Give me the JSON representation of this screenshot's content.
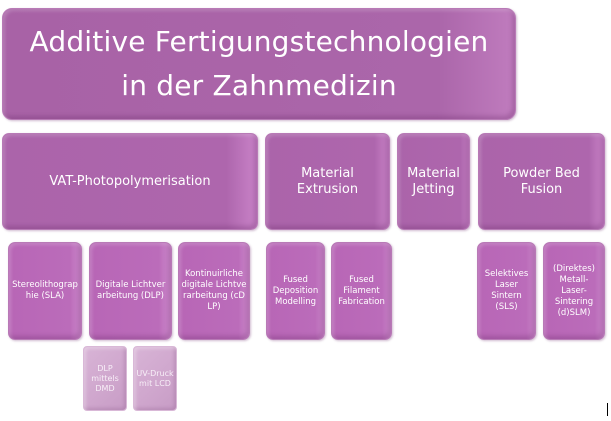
{
  "diagram": {
    "title": {
      "line1": "Additive Fertigungstechnologien",
      "line2": "in der Zahnmedizin"
    },
    "categories": [
      {
        "label": "VAT-Photopolymerisation",
        "children": [
          {
            "label": "Stereolithographie (SLA)"
          },
          {
            "label": "Digitale Lichtverarbeitung (DLP)",
            "children": [
              {
                "label": "DLP mittels DMD"
              },
              {
                "label": "UV-Druck mit LCD"
              }
            ]
          },
          {
            "label": "Kontinuirliche digitale Lichtverarbeitung (cDLP)"
          }
        ]
      },
      {
        "label": "Material Extrusion",
        "children": [
          {
            "label": "Fused Deposition Modelling"
          },
          {
            "label": "Fused Filament Fabrication"
          }
        ]
      },
      {
        "label": "Material Jetting",
        "children": []
      },
      {
        "label": "Powder Bed Fusion",
        "children": [
          {
            "label": "Selektives Laser Sintern (SLS)"
          },
          {
            "label": "(Direktes) Metall-Laser-Sintering (d)SLM)"
          }
        ]
      }
    ],
    "colors": {
      "primary_box": "#ad64ab",
      "secondary_box": "#bb6cba",
      "tertiary_box": "#d2abd0",
      "text": "#ffffff",
      "background": "#ffffff"
    }
  }
}
